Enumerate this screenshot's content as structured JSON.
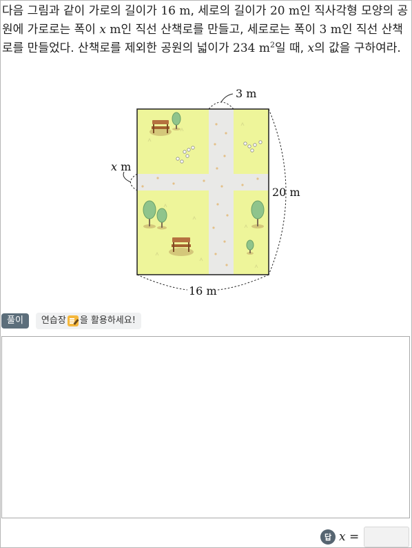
{
  "problem": {
    "part1": "다음 그림과 같이 가로의 길이가 ",
    "w_value": "16 m",
    "part2": ", 세로의 길이가 ",
    "h_value": "20 m",
    "part3": "인 직사각형 모양의 공원에 가로로는 폭이 ",
    "x_var": "x",
    "x_unit": " m",
    "part4": "인 직선 산책로를 만들고, 세로로는 폭이 ",
    "road_value": "3 m",
    "part5": "인 직선 산책로를 만들었다. 산책로를 제외한 공원의 넓이가 ",
    "area_value": "234 m",
    "area_exp": "2",
    "part6": "일 때, ",
    "x_var2": "x",
    "part7": "의 값을 구하여라."
  },
  "figure": {
    "label_top": "3 m",
    "label_left_var": "x",
    "label_left_unit": " m",
    "label_right": "20 m",
    "label_bottom": "16 m",
    "colors": {
      "lawn": "#eef59a",
      "road": "#e9e9e7",
      "border": "#2b2b2b",
      "bench": "#b5713f",
      "tree": "#8fc48c",
      "trunk": "#7c6a52"
    }
  },
  "toolbar": {
    "solve_label": "풀이",
    "hint_before": "연습장",
    "hint_after": "을 활용하세요!",
    "pad_icon": "notepad-pencil-icon"
  },
  "answer": {
    "badge": "답",
    "var": "x",
    "eq": " =",
    "value": ""
  }
}
